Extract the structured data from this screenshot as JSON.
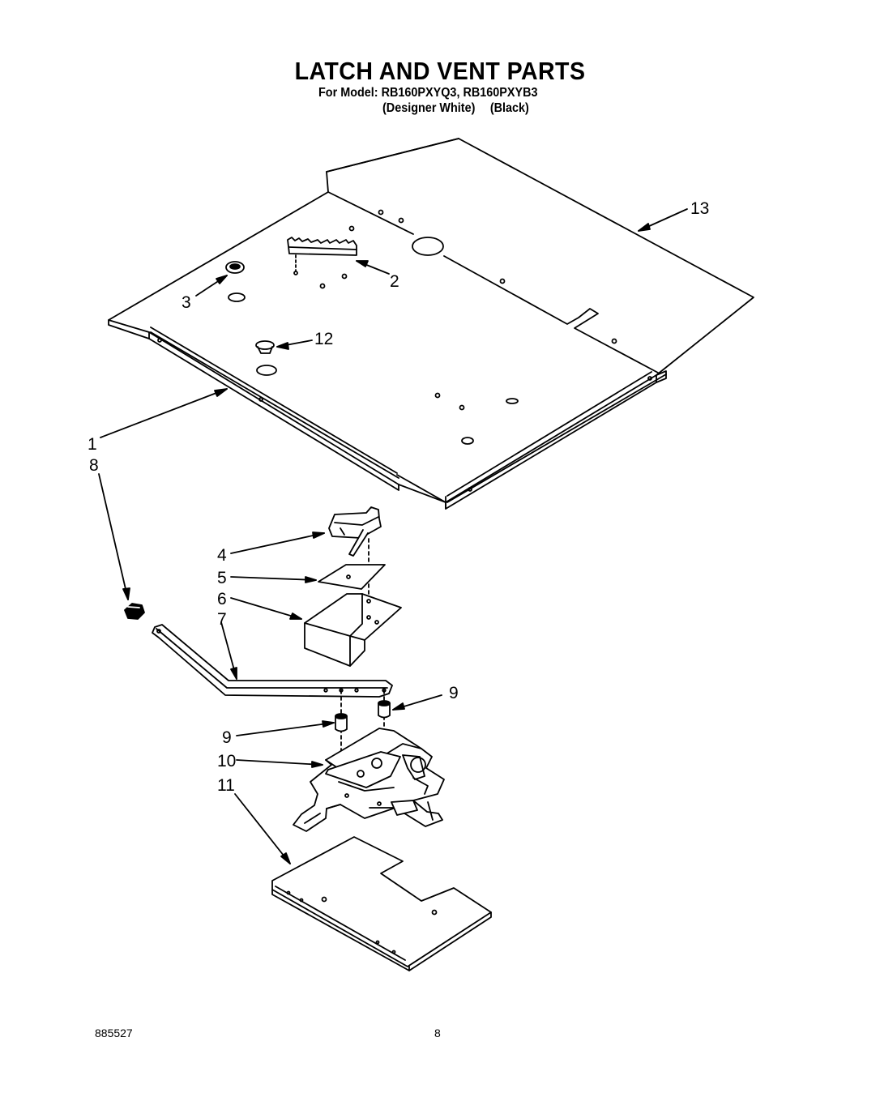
{
  "header": {
    "title": "LATCH AND VENT PARTS",
    "model_line": "For Model: RB160PXYQ3, RB160PXYB3",
    "variants": [
      "(Designer White)",
      "(Black)"
    ]
  },
  "callouts": [
    "1",
    "2",
    "3",
    "4",
    "5",
    "6",
    "7",
    "8",
    "9",
    "9",
    "10",
    "11",
    "12",
    "13"
  ],
  "footer": {
    "doc_number": "885527",
    "page_number": "8"
  }
}
